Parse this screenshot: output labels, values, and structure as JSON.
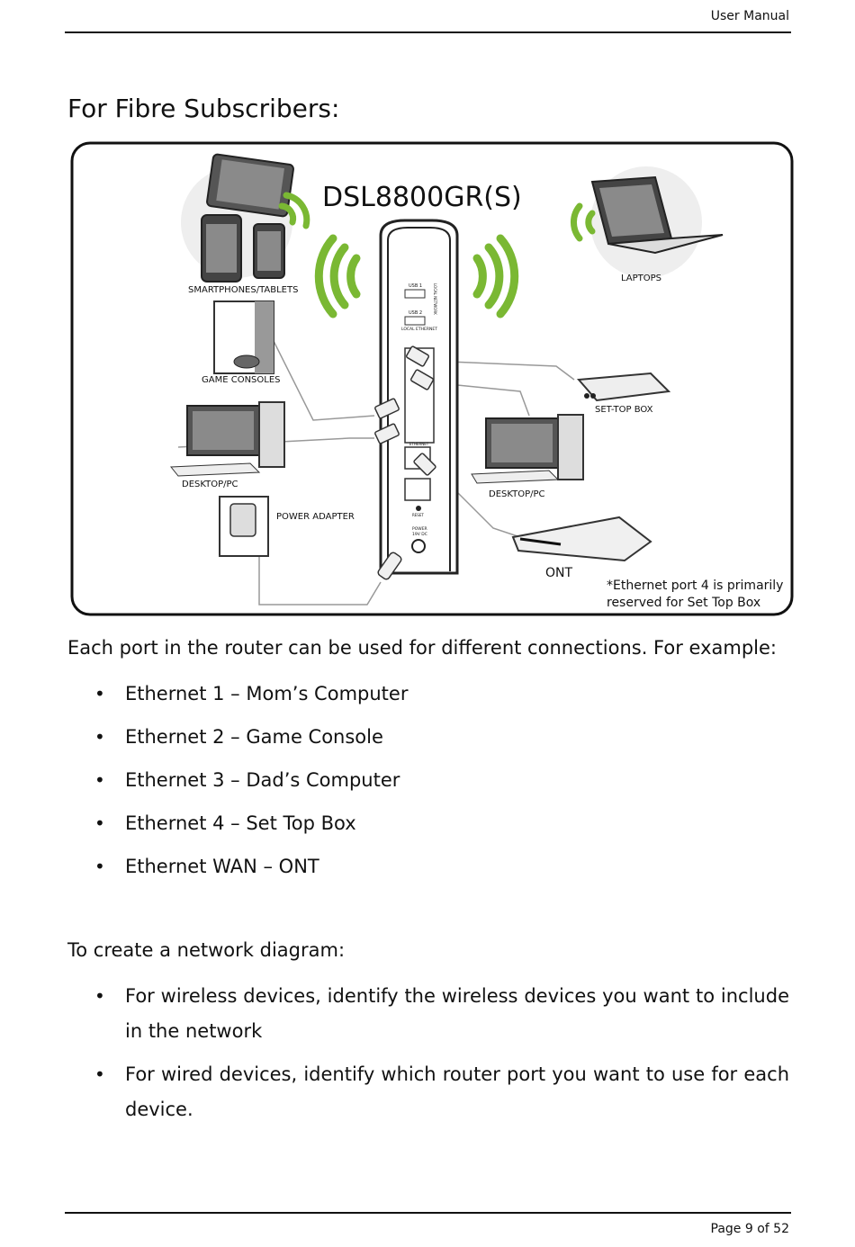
{
  "header": {
    "label": "User Manual"
  },
  "section_title": "For Fibre Subscribers:",
  "figure": {
    "model_name": "DSL8800GR(S)",
    "labels": {
      "smartphones": "SMARTPHONES/TABLETS",
      "laptops": "LAPTOPS",
      "game_consoles": "GAME CONSOLES",
      "set_top_box": "SET-TOP BOX",
      "desktop_left": "DESKTOP/PC",
      "desktop_right": "DESKTOP/PC",
      "power_adapter": "POWER ADAPTER",
      "ont": "ONT"
    },
    "router_labels": {
      "usb1": "USB 1",
      "usb2": "USB 2",
      "local_network": "LOCAL NETWORK",
      "local_ethernet": "LOCAL ETHERNET",
      "ethernet": "ETHERNET",
      "reset": "RESET",
      "power": "POWER",
      "power_rating": "19V DC"
    },
    "note_line1": "*Ethernet port 4 is primarily",
    "note_line2": "reserved for Set Top Box",
    "colors": {
      "wifi": "#7ab833",
      "frame": "#111111",
      "line": "#888888"
    }
  },
  "intro": "Each port in the router can be used for different connections. For example:",
  "examples": [
    "Ethernet 1 – Mom’s Computer",
    "Ethernet 2 – Game Console",
    "Ethernet 3 – Dad’s Computer",
    "Ethernet 4 – Set Top Box",
    "Ethernet WAN – ONT"
  ],
  "howto_title": "To create a network diagram:",
  "steps": [
    "For wireless devices, identify the wireless devices you want to include in the network",
    "For wired devices, identify which router port you want to use for each device."
  ],
  "bullet_symbol": "•",
  "footer": {
    "page": "Page 9  of 52"
  }
}
